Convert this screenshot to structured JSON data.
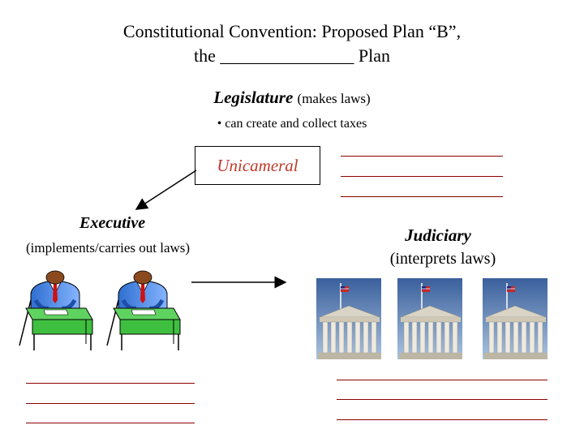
{
  "title": {
    "line1": "Constitutional Convention: Proposed Plan “B”,",
    "line2": "the _______________ Plan"
  },
  "legislature": {
    "label": "Legislature",
    "note": "(makes laws)",
    "bullet": "• can create and collect taxes",
    "house": "Unicameral"
  },
  "executive": {
    "label": "Executive",
    "note": "(implements/carries out laws)"
  },
  "judiciary": {
    "label": "Judiciary",
    "note": "(interprets laws)"
  },
  "colors": {
    "accent_red": "#c0392b",
    "blank_line": "#8b0000",
    "desk_green": "#5fd35f"
  },
  "icons": [
    "official-at-desk-icon",
    "supreme-court-building-icon",
    "arrow-icon"
  ]
}
